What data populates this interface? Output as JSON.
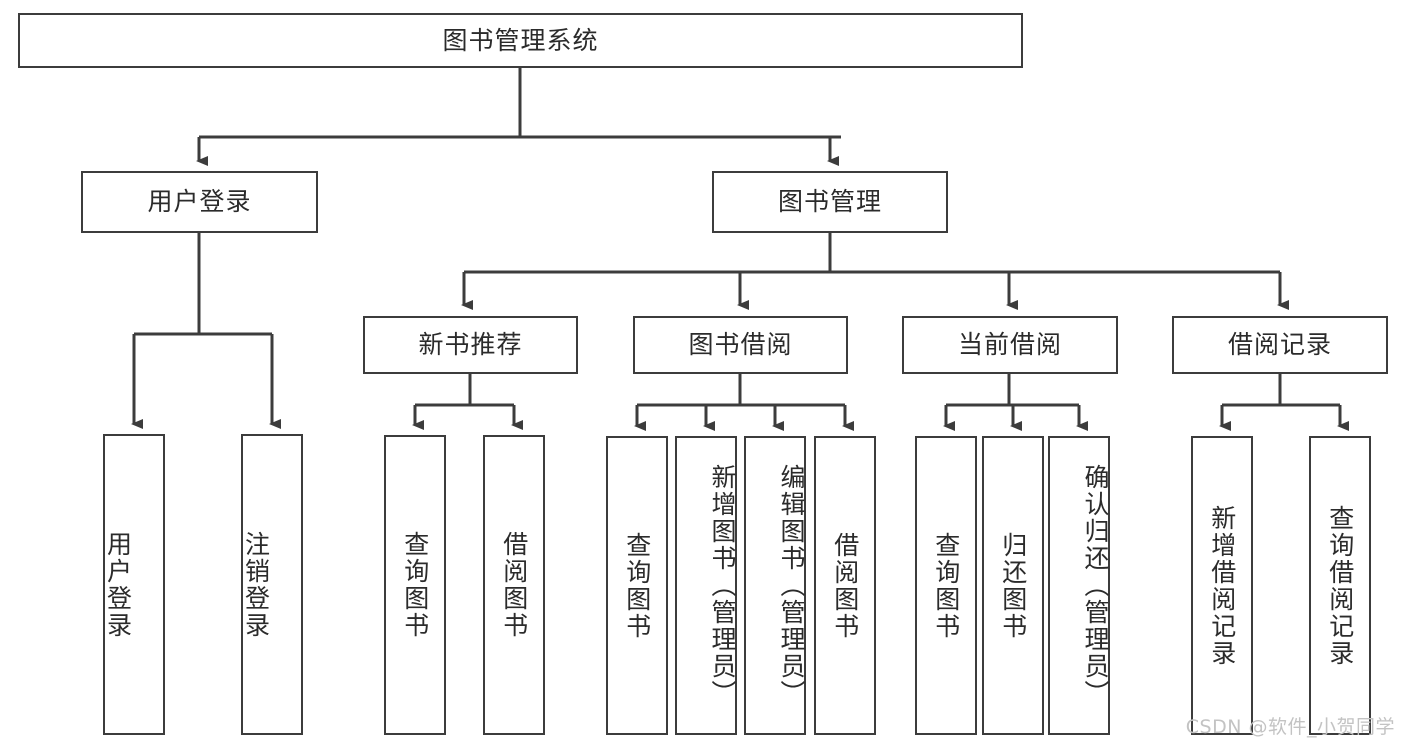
{
  "diagram": {
    "type": "tree-hierarchy-flowchart",
    "title": "图书管理系统",
    "orientation": "top-down",
    "style": {
      "box_border_color": "#3c3c3c",
      "box_fill_color": "#ffffff",
      "connector_color": "#3c3c3c",
      "text_color": "#2b2b2b",
      "background": "#ffffff"
    },
    "root": {
      "id": "root",
      "label": "图书管理系统",
      "orientation": "horizontal"
    },
    "level2": [
      {
        "id": "user-login",
        "label": "用户登录",
        "orientation": "horizontal"
      },
      {
        "id": "book-management",
        "label": "图书管理",
        "orientation": "horizontal"
      }
    ],
    "level3": [
      {
        "id": "new-book-recommend",
        "label": "新书推荐",
        "orientation": "horizontal",
        "parent": "book-management"
      },
      {
        "id": "book-borrow",
        "label": "图书借阅",
        "orientation": "horizontal",
        "parent": "book-management"
      },
      {
        "id": "current-borrow",
        "label": "当前借阅",
        "orientation": "horizontal",
        "parent": "book-management"
      },
      {
        "id": "borrow-record",
        "label": "借阅记录",
        "orientation": "horizontal",
        "parent": "book-management"
      }
    ],
    "leaves": {
      "user-login": [
        {
          "id": "leaf-user-login",
          "label": "用户登录",
          "orientation": "vertical",
          "align": "bottom"
        },
        {
          "id": "leaf-user-logout",
          "label": "注销登录",
          "orientation": "vertical",
          "align": "bottom"
        }
      ],
      "new-book-recommend": [
        {
          "id": "leaf-query-book-1",
          "label": "查询图书",
          "orientation": "vertical",
          "align": "center"
        },
        {
          "id": "leaf-borrow-book-1",
          "label": "借阅图书",
          "orientation": "vertical",
          "align": "center"
        }
      ],
      "book-borrow": [
        {
          "id": "leaf-query-book-2",
          "label": "查询图书",
          "orientation": "vertical",
          "align": "center"
        },
        {
          "id": "leaf-add-book-admin",
          "label": "新增图书（管理员）",
          "orientation": "vertical",
          "align": "top"
        },
        {
          "id": "leaf-edit-book-admin",
          "label": "编辑图书（管理员）",
          "orientation": "vertical",
          "align": "top"
        },
        {
          "id": "leaf-borrow-book-2",
          "label": "借阅图书",
          "orientation": "vertical",
          "align": "center"
        }
      ],
      "current-borrow": [
        {
          "id": "leaf-query-book-3",
          "label": "查询图书",
          "orientation": "vertical",
          "align": "center"
        },
        {
          "id": "leaf-return-book",
          "label": "归还图书",
          "orientation": "vertical",
          "align": "center"
        },
        {
          "id": "leaf-confirm-return-admin",
          "label": "确认归还（管理员）",
          "orientation": "vertical",
          "align": "top"
        }
      ],
      "borrow-record": [
        {
          "id": "leaf-add-borrow-record",
          "label": "新增借阅记录",
          "orientation": "vertical",
          "align": "center"
        },
        {
          "id": "leaf-query-borrow-record",
          "label": "查询借阅记录",
          "orientation": "vertical",
          "align": "center"
        }
      ]
    }
  },
  "watermark": {
    "text": "CSDN @软件_小贺同学",
    "color": "#c3c3c3"
  }
}
